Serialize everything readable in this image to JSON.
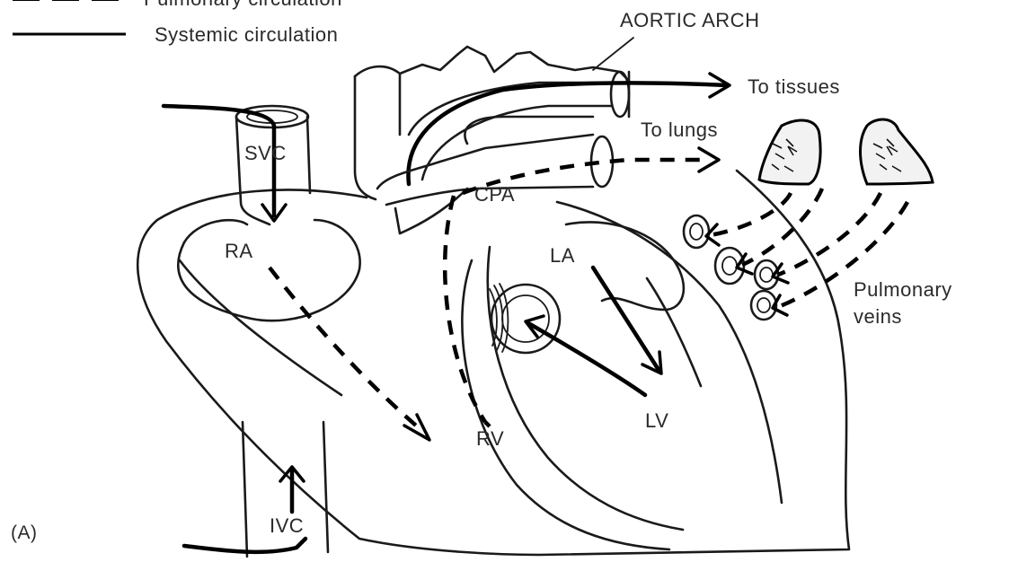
{
  "legend": {
    "pulmonary": "Pulmonary circulation",
    "systemic": "Systemic circulation"
  },
  "labels": {
    "aortic_arch": "AORTIC ARCH",
    "to_tissues": "To tissues",
    "to_lungs": "To lungs",
    "svc": "SVC",
    "cpa": "CPA",
    "ra": "RA",
    "la": "LA",
    "lv": "LV",
    "rv": "RV",
    "ivc": "IVC",
    "pulmonary_veins_1": "Pulmonary",
    "pulmonary_veins_2": "veins",
    "panel": "(A)"
  }
}
